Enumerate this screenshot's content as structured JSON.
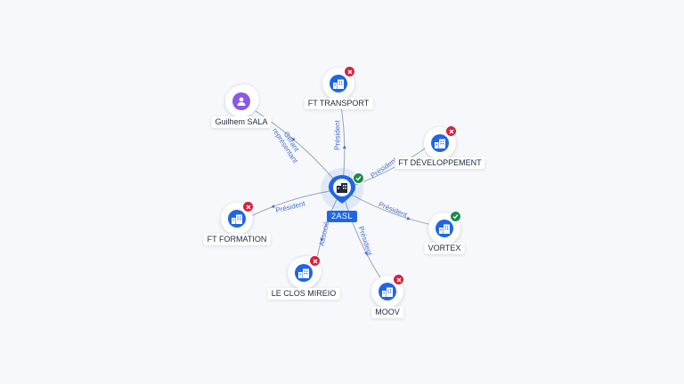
{
  "colors": {
    "company_icon": "#1f66e5",
    "person_icon": "#8a57e6",
    "closed_badge": "#d8203c",
    "active_badge": "#1f8a4c",
    "edge_label": "#4a6fd0"
  },
  "center": {
    "label": "2ASL",
    "icon": "building-icon",
    "status": "active"
  },
  "nodes": [
    {
      "id": "ft-transport",
      "label": "FT TRANSPORT",
      "type": "company",
      "status": "closed",
      "relation": "Président"
    },
    {
      "id": "guilhem-sala",
      "label": "Guilhem SALA",
      "type": "person",
      "status": "",
      "relation": "Gérant\nreprésentant"
    },
    {
      "id": "ft-developpement",
      "label": "FT DÉVELOPPEMENT",
      "type": "company",
      "status": "closed",
      "relation": "Président"
    },
    {
      "id": "ft-formation",
      "label": "FT FORMATION",
      "type": "company",
      "status": "closed",
      "relation": "Président"
    },
    {
      "id": "vortex",
      "label": "VORTEX",
      "type": "company",
      "status": "active",
      "relation": "Président"
    },
    {
      "id": "le-clos-mireio",
      "label": "LE CLOS MIREIO",
      "type": "company",
      "status": "closed",
      "relation": "Associé"
    },
    {
      "id": "moov",
      "label": "MOOV",
      "type": "company",
      "status": "closed",
      "relation": "Président"
    }
  ]
}
